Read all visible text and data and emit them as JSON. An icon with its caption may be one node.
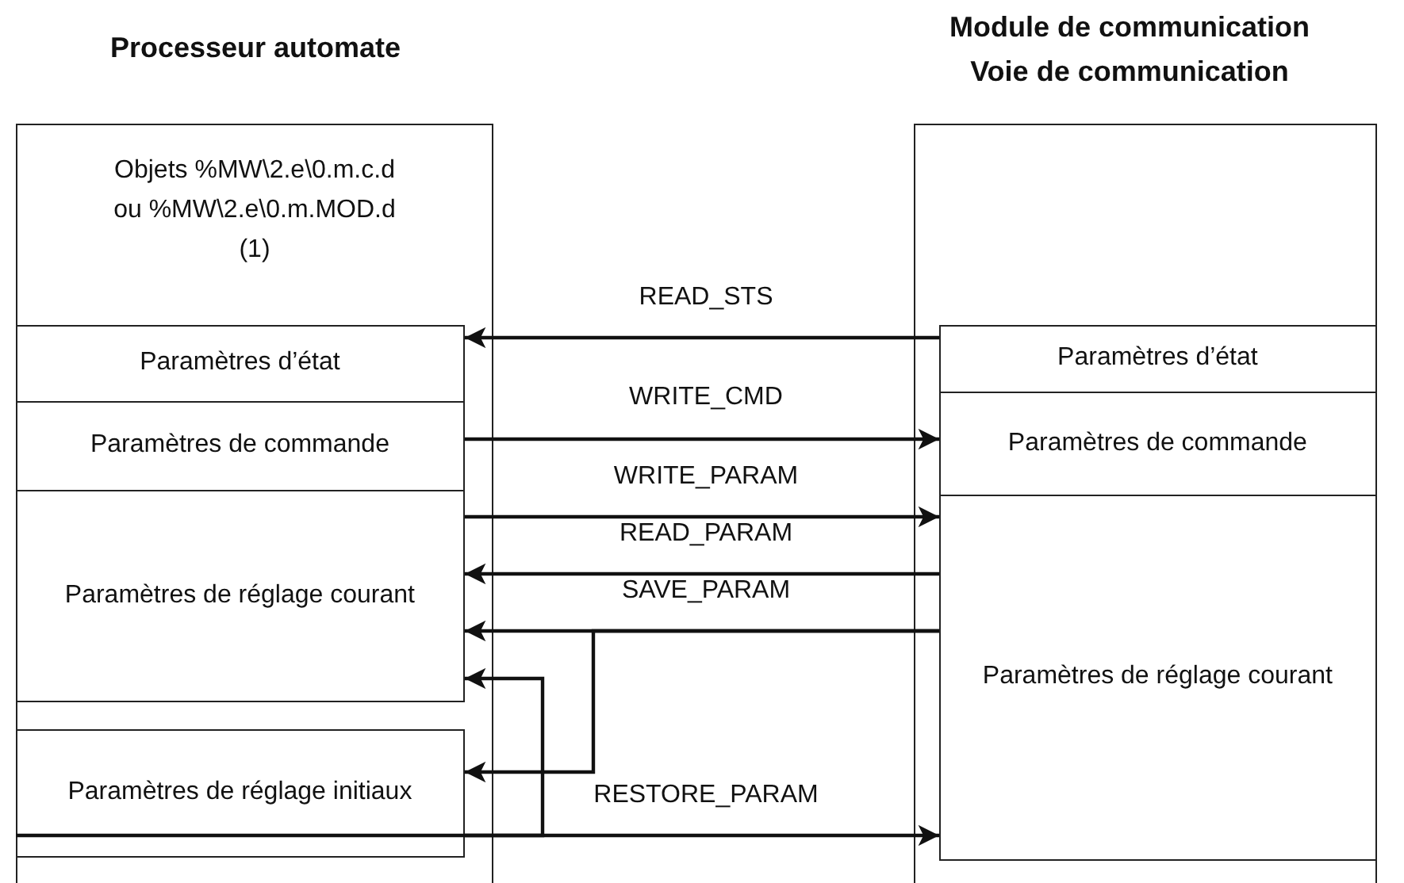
{
  "diagram": {
    "nodes": [
      {
        "text": [
          "Processeur automate",
          "Objets %MW\\2.e\\0.m.c.d ou %MW\\2.e\\0.m.MOD.d (1)"
        ]
      },
      {
        "text": [
          "Paramètres d’état"
        ],
        "in": 0
      },
      {
        "text": [
          "Paramètres de commande"
        ],
        "in": 0
      },
      {
        "text": [
          "Paramètres de réglage courant"
        ],
        "in": 0
      },
      {
        "text": [
          "Paramètres de réglage initiaux"
        ],
        "in": 0
      },
      {
        "text": [
          "Module de communication",
          "Voie de communication"
        ]
      },
      {
        "text": [
          "Paramètres d’état"
        ],
        "in": 5
      },
      {
        "text": [
          "Paramètres de commande"
        ],
        "in": 5
      },
      {
        "text": [
          "Paramètres de réglage courant"
        ],
        "in": 5
      }
    ],
    "edges": [
      {
        "from": 6,
        "to": 1,
        "arrow": "to",
        "label": "READ_STS"
      },
      {
        "from": 2,
        "to": 7,
        "arrow": "to",
        "label": "WRITE_CMD"
      },
      {
        "from": 3,
        "to": 8,
        "arrow": "to",
        "label": "WRITE_PARAM"
      },
      {
        "from": 8,
        "to": 3,
        "arrow": "to",
        "label": "READ_PARAM"
      },
      {
        "from": 8,
        "to": 3,
        "arrow": "to",
        "label": "SAVE_PARAM"
      },
      {
        "from": 8,
        "to": 4,
        "arrow": "to"
      },
      {
        "from": 4,
        "to": 8,
        "arrow": "to",
        "label": "RESTORE_PARAM"
      },
      {
        "from": 4,
        "to": 3,
        "arrow": "to"
      }
    ]
  }
}
